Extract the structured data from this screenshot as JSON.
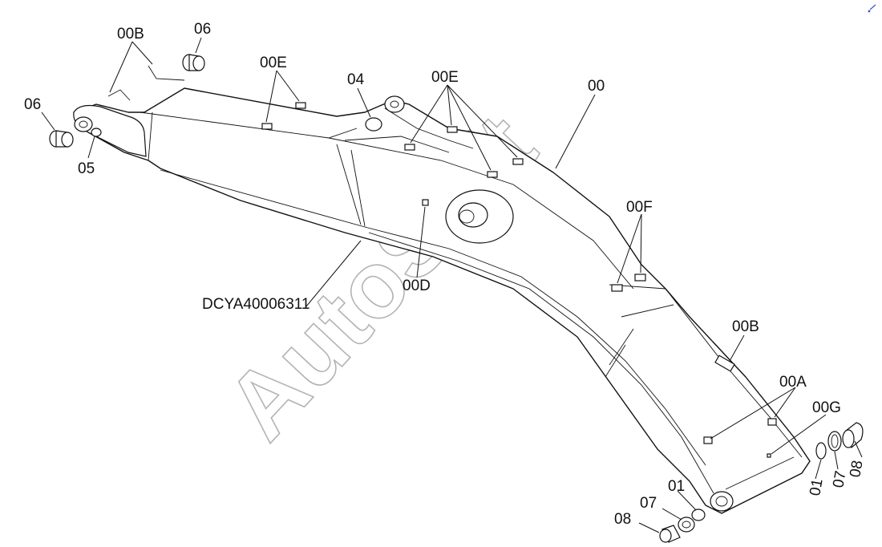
{
  "drawing_code": "DCYA40006311",
  "watermark": "AutoSoft",
  "callouts": {
    "c_00B_top": "00B",
    "c_06_top": "06",
    "c_06_left": "06",
    "c_05": "05",
    "c_00E_left": "00E",
    "c_04": "04",
    "c_00E_mid": "00E",
    "c_00": "00",
    "c_00F": "00F",
    "c_00D": "00D",
    "c_00B_right": "00B",
    "c_00A": "00A",
    "c_00G": "00G",
    "c_08_right": "08",
    "c_07_right": "07",
    "c_01_right": "01",
    "c_01_bottom": "01",
    "c_07_bottom": "07",
    "c_08_bottom": "08"
  }
}
